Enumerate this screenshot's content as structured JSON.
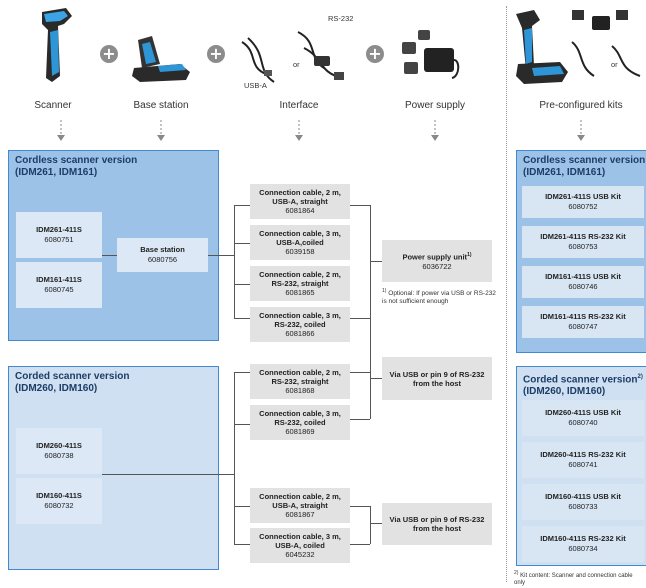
{
  "header": {
    "scanner": "Scanner",
    "base_station": "Base station",
    "interface": "Interface",
    "power_supply": "Power supply",
    "kits": "Pre-configured kits",
    "usb_a": "USB-A",
    "or": "or",
    "rs232": "RS-232",
    "or2": "or"
  },
  "cordless": {
    "title_line1": "Cordless scanner version",
    "title_line2": "(IDM261, IDM161)",
    "items": [
      {
        "name": "IDM261-411S",
        "code": "6080751"
      },
      {
        "name": "IDM161-411S",
        "code": "6080745"
      }
    ],
    "base": {
      "name": "Base station",
      "code": "6080756"
    }
  },
  "corded": {
    "title_line1": "Corded scanner version",
    "title_line2": "(IDM260, IDM160)",
    "items": [
      {
        "name": "IDM260-411S",
        "code": "6080738"
      },
      {
        "name": "IDM160-411S",
        "code": "6080732"
      }
    ]
  },
  "cables": [
    {
      "l1": "Connection cable, 2 m,",
      "l2": "USB-A, straight",
      "code": "6081864"
    },
    {
      "l1": "Connection cable, 3 m,",
      "l2": "USB-A,coiled",
      "code": "6039158"
    },
    {
      "l1": "Connection cable, 2 m,",
      "l2": "RS-232, straight",
      "code": "6081865"
    },
    {
      "l1": "Connection cable, 3 m,",
      "l2": "RS-232, coiled",
      "code": "6081866"
    },
    {
      "l1": "Connection cable, 2 m,",
      "l2": "RS-232, straight",
      "code": "6081868"
    },
    {
      "l1": "Connection cable, 3 m,",
      "l2": "RS-232, coiled",
      "code": "6081869"
    },
    {
      "l1": "Connection cable, 2 m,",
      "l2": "USB-A, straight",
      "code": "6081867"
    },
    {
      "l1": "Connection cable, 3 m,",
      "l2": "USB-A, coiled",
      "code": "6045232"
    }
  ],
  "power": {
    "unit_name": "Power supply unit",
    "unit_sup": "1)",
    "unit_code": "6036722",
    "note_sup": "1)",
    "note_text": "Optional: If power via USB or RS-232 is not sufficient enough",
    "via1": "Via USB or pin 9 of RS-232 from the host",
    "via2": "Via USB or pin 9 of RS-232 from the host"
  },
  "kits": {
    "cordless_title1": "Cordless scanner version",
    "cordless_title2": "(IDM261, IDM161)",
    "cordless_items": [
      {
        "name": "IDM261-411S USB Kit",
        "code": "6080752"
      },
      {
        "name": "IDM261-411S RS-232 Kit",
        "code": "6080753"
      },
      {
        "name": "IDM161-411S USB Kit",
        "code": "6080746"
      },
      {
        "name": "IDM161-411S RS-232 Kit",
        "code": "6080747"
      }
    ],
    "corded_title1": "Corded scanner version",
    "corded_sup": "2)",
    "corded_title2": "(IDM260, IDM160)",
    "corded_items": [
      {
        "name": "IDM260-411S USB Kit",
        "code": "6080740"
      },
      {
        "name": "IDM260-411S RS-232 Kit",
        "code": "6080741"
      },
      {
        "name": "IDM160-411S USB Kit",
        "code": "6080733"
      },
      {
        "name": "IDM160-411S RS-232 Kit",
        "code": "6080734"
      }
    ],
    "footnote_sup": "2)",
    "footnote": "Kit content: Scanner and connection cable only"
  }
}
